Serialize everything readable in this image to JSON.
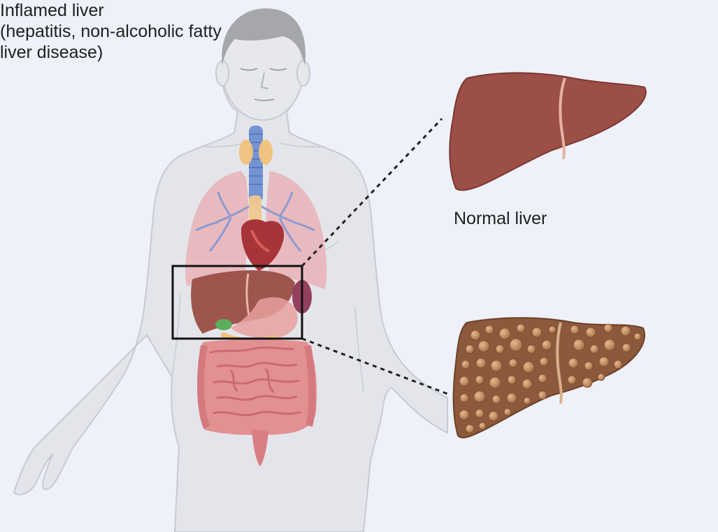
{
  "labels": {
    "normal": "Normal liver",
    "inflamed_line1": "Inflamed liver",
    "inflamed_line2": "(hepatitis, non-alcoholic fatty",
    "inflamed_line3": "liver disease)"
  },
  "colors": {
    "background": "#eef1f9",
    "body": "#e2e4e9",
    "hair": "#a6a7ab",
    "liver": "#9c4e46",
    "liver_dark": "#7d3a34",
    "inflamed_liver": "#8a5a3c",
    "lung": "#e9b7bd",
    "bronchi": "#9aa3d4",
    "trachea": "#6e8fd0",
    "thyroid": "#f0c27a",
    "intestine": "#e08f92",
    "heart": "#a8343a",
    "stomach": "#e7a2a0",
    "kidney": "#8a2f4e",
    "gallbladder": "#5fae5f"
  },
  "icons": {
    "figure": "human-torso-anatomy",
    "normal": "normal-liver-icon",
    "inflamed": "inflamed-liver-icon"
  }
}
